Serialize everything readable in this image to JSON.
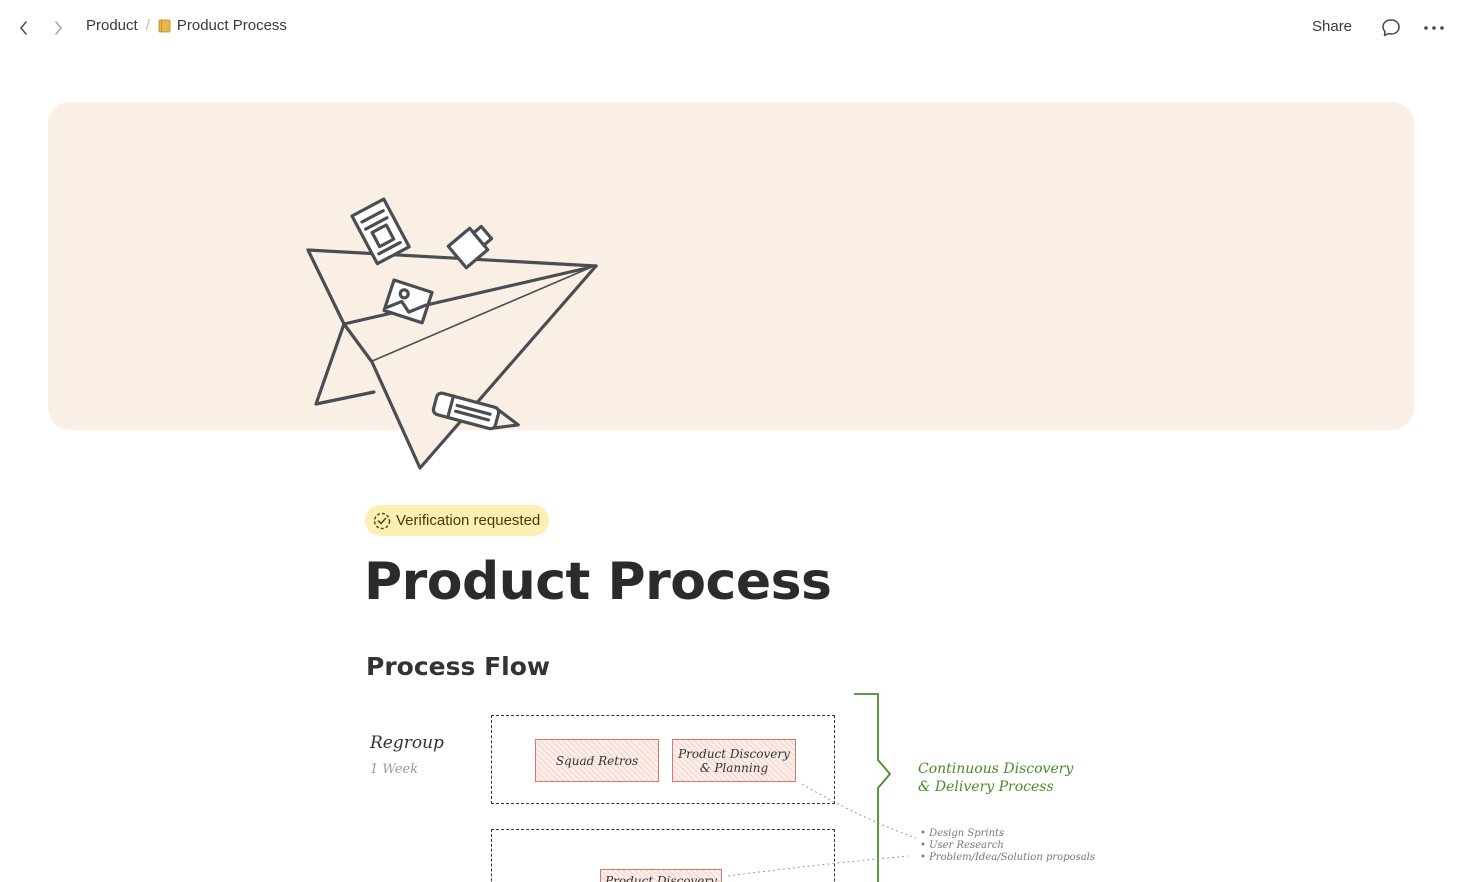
{
  "topbar": {
    "breadcrumbs": [
      {
        "label": "Product"
      },
      {
        "label": "Product Process",
        "emoji": "notebook"
      }
    ],
    "separator": "/",
    "share_label": "Share"
  },
  "badge": {
    "label": "Verification requested"
  },
  "page": {
    "title": "Product Process",
    "section_heading": "Process Flow"
  },
  "diagram": {
    "regroup_label": "Regroup",
    "regroup_duration": "1 Week",
    "stickies": {
      "squad_retros": "Squad Retros",
      "discovery_planning_line1": "Product Discovery",
      "discovery_planning_line2": "& Planning",
      "partial_sticky": "Product Discovery"
    },
    "brace_label_line1": "Continuous Discovery",
    "brace_label_line2": "& Delivery Process",
    "bullets": [
      "Design Sprints",
      "User Research",
      "Problem/Idea/Solution proposals"
    ],
    "colors": {
      "green": "#4a8a2a",
      "sticky_border": "#d9776a"
    }
  },
  "colors": {
    "cover_bg": "#f9efe5",
    "badge_bg": "#fcefb4"
  }
}
